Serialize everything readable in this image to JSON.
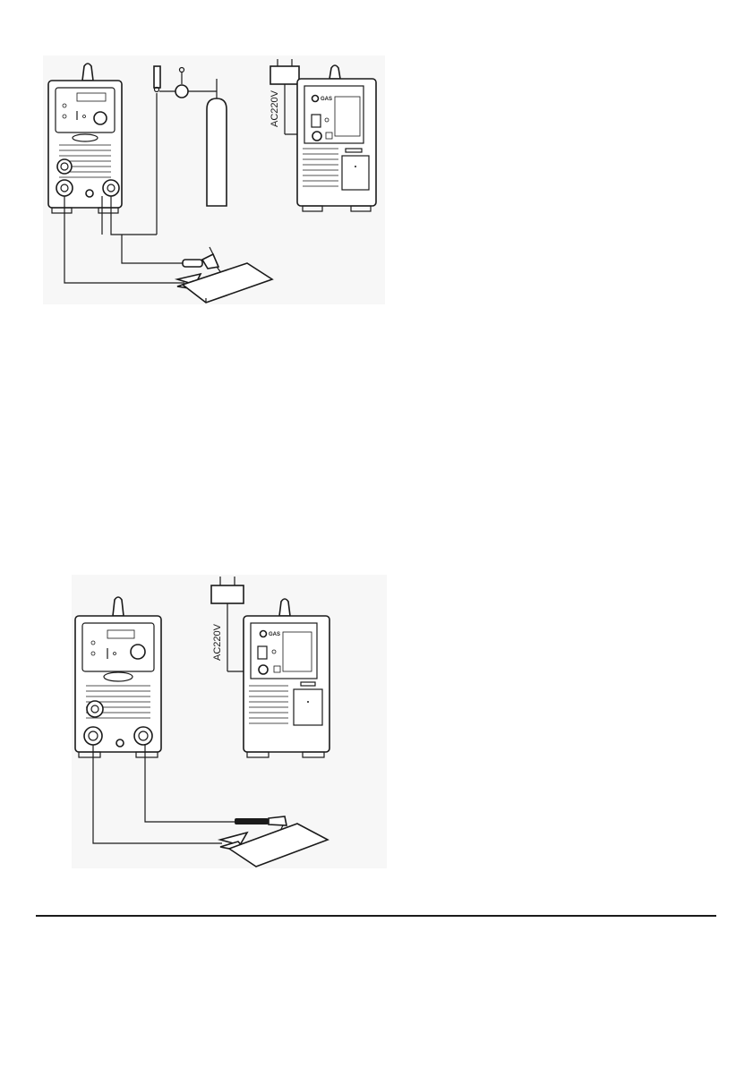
{
  "figure_tig": {
    "voltage_label": "AC220V",
    "gas_label": "GAS"
  },
  "figure_mma": {
    "voltage_label": "AC220V",
    "gas_label": "GAS"
  }
}
